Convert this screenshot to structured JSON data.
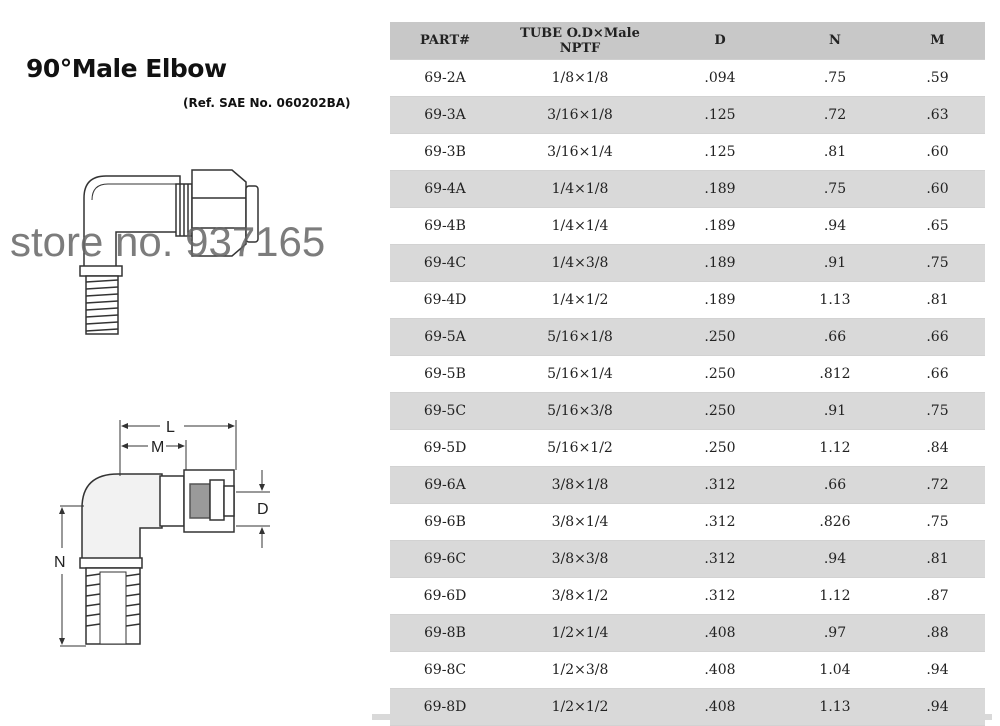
{
  "title": "90°Male Elbow",
  "reference": "(Ref. SAE No. 060202BA)",
  "watermark": "store no. 937165",
  "diagram_labels": {
    "l": "L",
    "m": "M",
    "d": "D",
    "n": "N"
  },
  "table": {
    "headers": [
      "PART#",
      "TUBE O.D×Male NPTF",
      "D",
      "N",
      "M"
    ],
    "rows": [
      [
        "69-2A",
        "1/8×1/8",
        ".094",
        ".75",
        ".59"
      ],
      [
        "69-3A",
        "3/16×1/8",
        ".125",
        ".72",
        ".63"
      ],
      [
        "69-3B",
        "3/16×1/4",
        ".125",
        ".81",
        ".60"
      ],
      [
        "69-4A",
        "1/4×1/8",
        ".189",
        ".75",
        ".60"
      ],
      [
        "69-4B",
        "1/4×1/4",
        ".189",
        ".94",
        ".65"
      ],
      [
        "69-4C",
        "1/4×3/8",
        ".189",
        ".91",
        ".75"
      ],
      [
        "69-4D",
        "1/4×1/2",
        ".189",
        "1.13",
        ".81"
      ],
      [
        "69-5A",
        "5/16×1/8",
        ".250",
        ".66",
        ".66"
      ],
      [
        "69-5B",
        "5/16×1/4",
        ".250",
        ".812",
        ".66"
      ],
      [
        "69-5C",
        "5/16×3/8",
        ".250",
        ".91",
        ".75"
      ],
      [
        "69-5D",
        "5/16×1/2",
        ".250",
        "1.12",
        ".84"
      ],
      [
        "69-6A",
        "3/8×1/8",
        ".312",
        ".66",
        ".72"
      ],
      [
        "69-6B",
        "3/8×1/4",
        ".312",
        ".826",
        ".75"
      ],
      [
        "69-6C",
        "3/8×3/8",
        ".312",
        ".94",
        ".81"
      ],
      [
        "69-6D",
        "3/8×1/2",
        ".312",
        "1.12",
        ".87"
      ],
      [
        "69-8B",
        "1/2×1/4",
        ".408",
        ".97",
        ".88"
      ],
      [
        "69-8C",
        "1/2×3/8",
        ".408",
        "1.04",
        ".94"
      ],
      [
        "69-8D",
        "1/2×1/2",
        ".408",
        "1.13",
        ".94"
      ]
    ]
  }
}
